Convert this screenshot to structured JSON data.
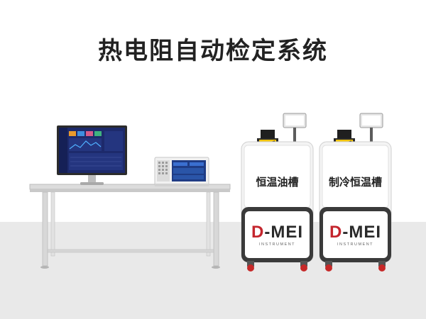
{
  "page": {
    "title": "热电阻自动检定系统"
  },
  "baths": [
    {
      "label": "恒温油槽",
      "brand_prefix": "D",
      "brand_suffix": "-MEI",
      "brand_subtitle": "INSTRUMENT"
    },
    {
      "label": "制冷恒温槽",
      "brand_prefix": "D",
      "brand_suffix": "-MEI",
      "brand_subtitle": "INSTRUMENT"
    }
  ],
  "colors": {
    "brand_accent": "#c4262e",
    "monitor_screen": "#1d2a6b",
    "floor": "#e9e9e9"
  }
}
